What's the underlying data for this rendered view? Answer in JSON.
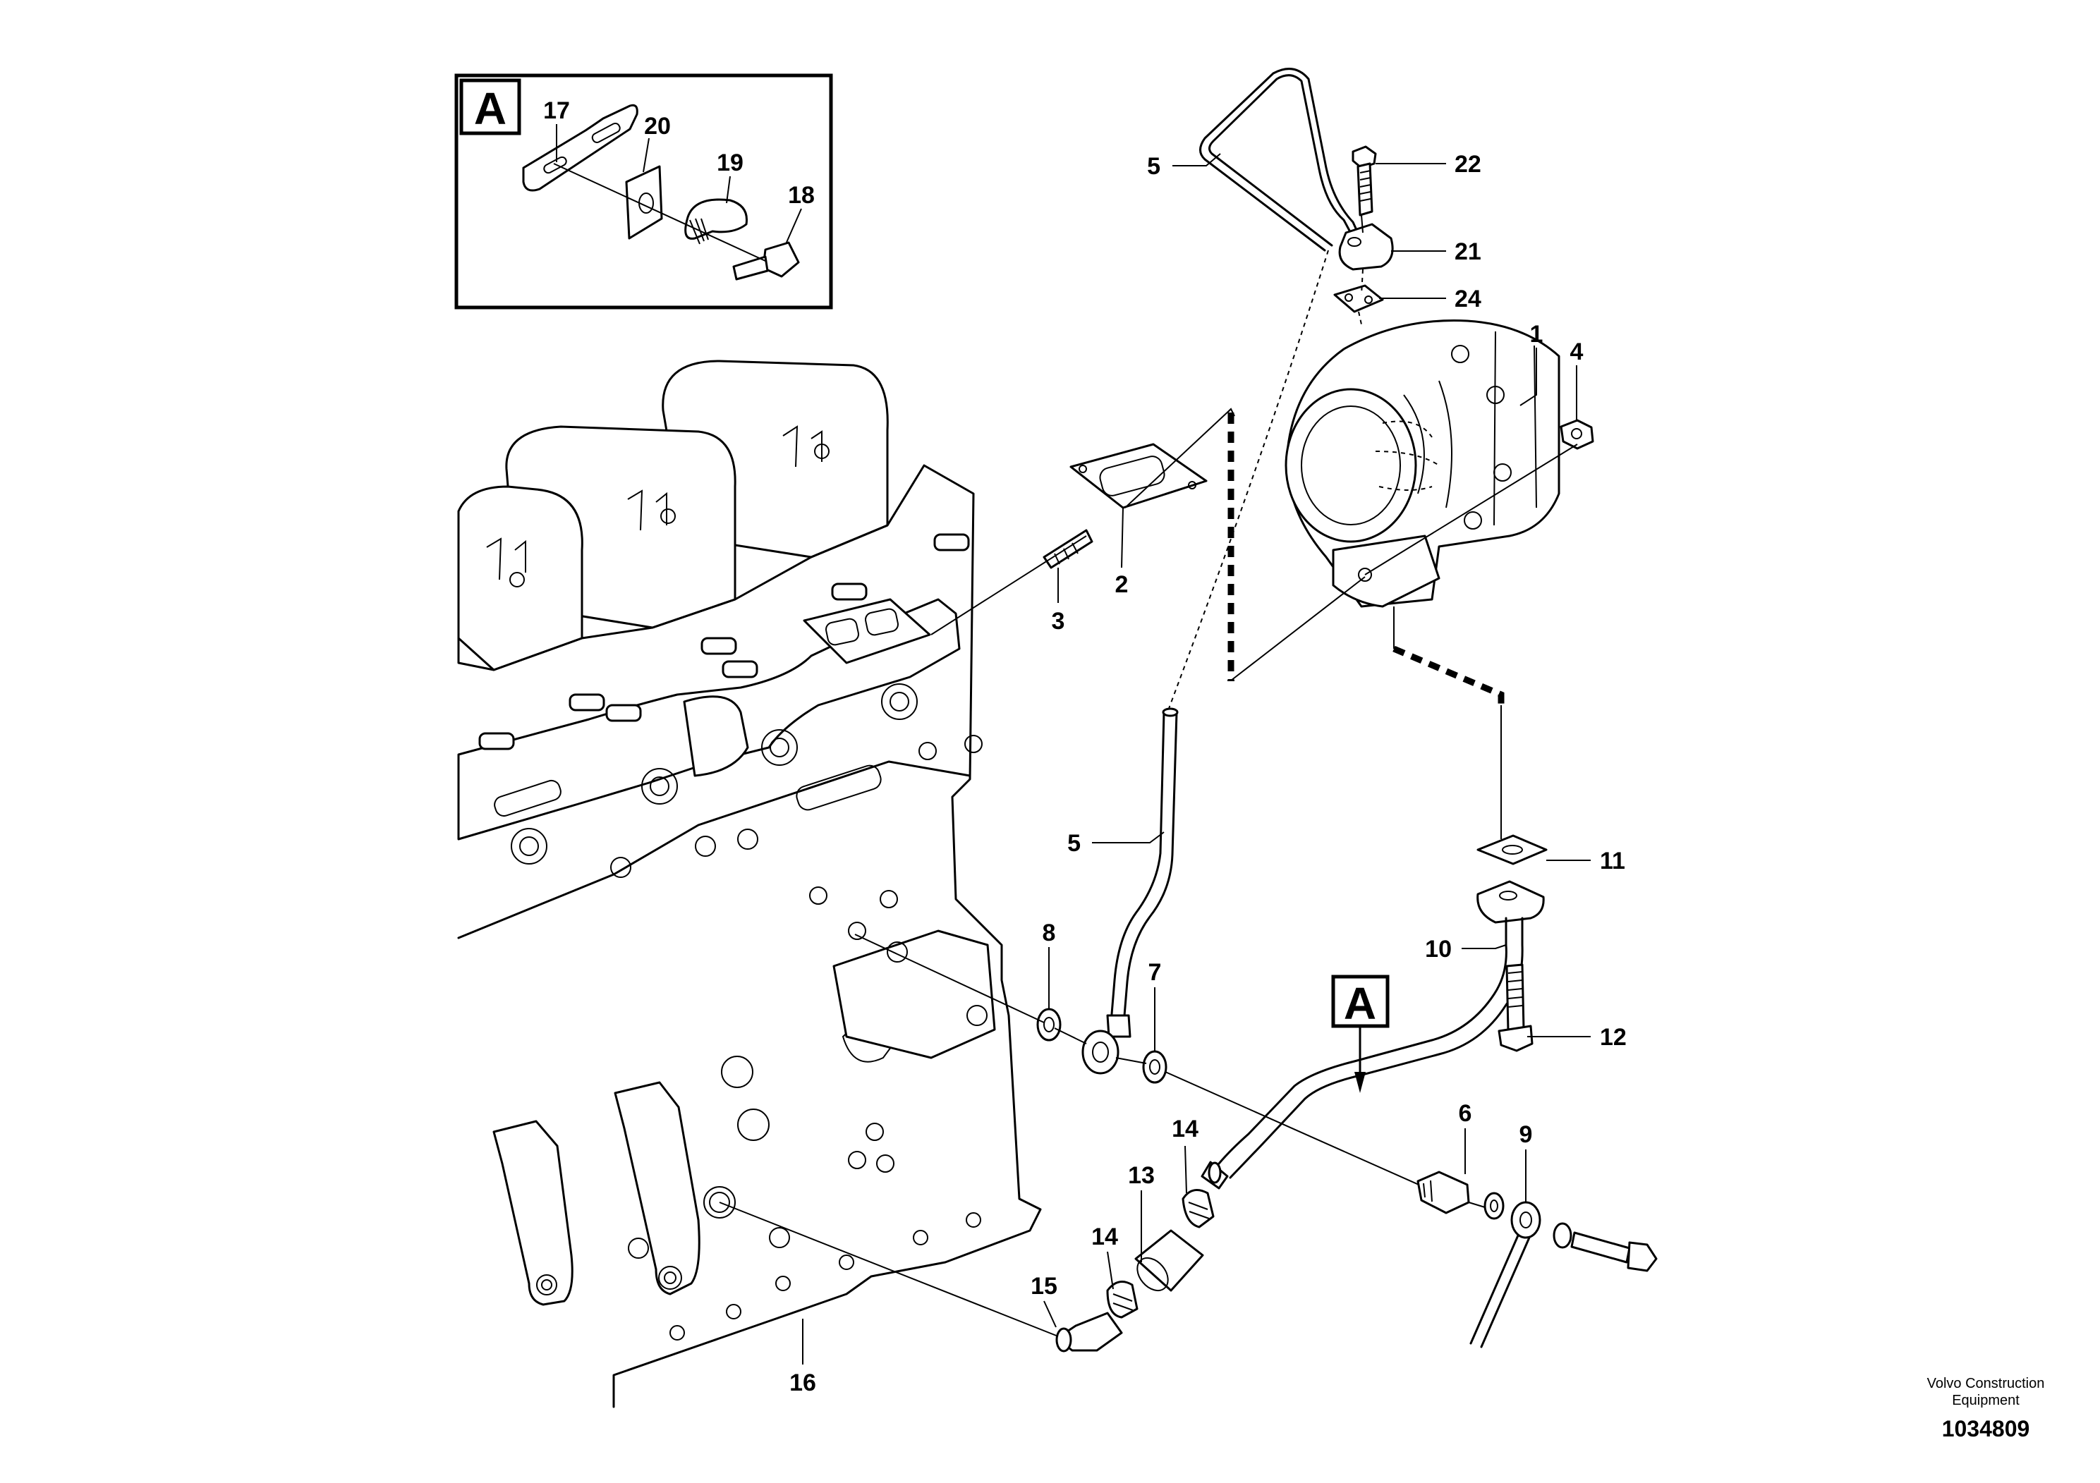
{
  "detail_box": {
    "letter": "A",
    "labels": [
      "17",
      "20",
      "19",
      "18"
    ]
  },
  "detail_pointer": {
    "letter": "A"
  },
  "callouts": {
    "c1": "1",
    "c2": "2",
    "c3": "3",
    "c4": "4",
    "c5a": "5",
    "c5b": "5",
    "c6": "6",
    "c7": "7",
    "c8": "8",
    "c9": "9",
    "c10": "10",
    "c11": "11",
    "c12": "12",
    "c13": "13",
    "c14a": "14",
    "c14b": "14",
    "c15": "15",
    "c16": "16",
    "c21": "21",
    "c22": "22",
    "c24": "24"
  },
  "credit": {
    "company": "Volvo Construction Equipment",
    "document_number": "1034809"
  }
}
